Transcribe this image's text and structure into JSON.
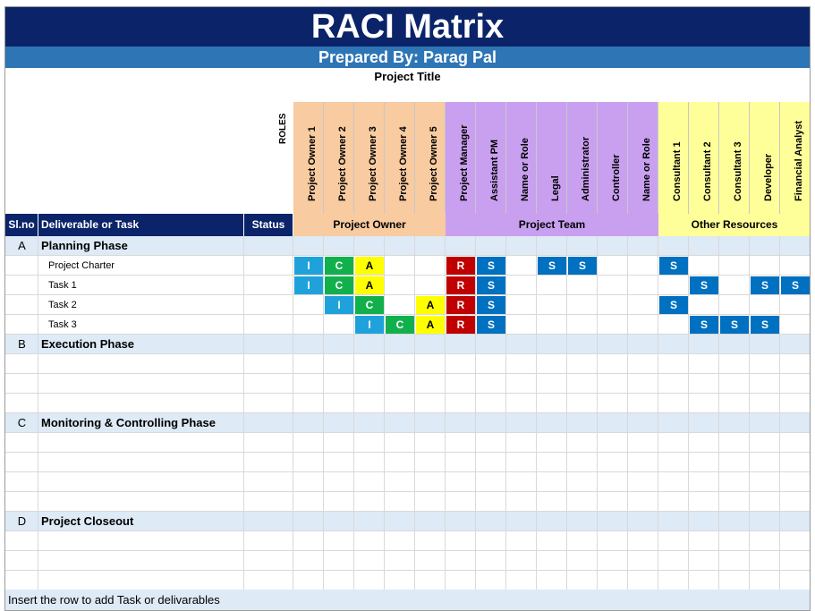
{
  "title": "RACI Matrix",
  "prepared_by": "Prepared By: Parag Pal",
  "project_title": "Project Title",
  "roles_label": "ROLES",
  "columns": {
    "slno": "Sl.no",
    "task": "Deliverable or Task",
    "status": "Status"
  },
  "groups": [
    {
      "label": "Project Owner",
      "color": "#f8cba0"
    },
    {
      "label": "Project Team",
      "color": "#c9a0f0"
    },
    {
      "label": "Other Resources",
      "color": "#ffff99"
    }
  ],
  "roles": [
    "Project Owner 1",
    "Project Owner 2",
    "Project Owner 3",
    "Project Owner 4",
    "Project Owner 5",
    "Project Manager",
    "Assistant PM",
    "Name or Role",
    "Legal",
    "Administrator",
    "Controller",
    "Name or Role",
    "Consultant 1",
    "Consultant 2",
    "Consultant 3",
    "Developer",
    "Financial Analyst"
  ],
  "mark_colors": {
    "I": "#1fa2dc",
    "C": "#12b04c",
    "A": "#ffff00",
    "R": "#c00000",
    "S": "#0070c0"
  },
  "rows": [
    {
      "type": "phase",
      "sl": "A",
      "label": "Planning Phase",
      "marks": []
    },
    {
      "type": "task",
      "sl": "",
      "label": "Project Charter",
      "marks": [
        "I",
        "C",
        "A",
        "",
        "",
        "R",
        "S",
        "",
        "S",
        "S",
        "",
        "",
        "S",
        "",
        "",
        "",
        ""
      ]
    },
    {
      "type": "task",
      "sl": "",
      "label": "Task 1",
      "marks": [
        "I",
        "C",
        "A",
        "",
        "",
        "R",
        "S",
        "",
        "",
        "",
        "",
        "",
        "",
        "S",
        "",
        "S",
        "S"
      ]
    },
    {
      "type": "task",
      "sl": "",
      "label": "Task 2",
      "marks": [
        "",
        "I",
        "C",
        "",
        "A",
        "R",
        "S",
        "",
        "",
        "",
        "",
        "",
        "S",
        "",
        "",
        "",
        ""
      ]
    },
    {
      "type": "task",
      "sl": "",
      "label": "Task 3",
      "marks": [
        "",
        "",
        "I",
        "C",
        "A",
        "R",
        "S",
        "",
        "",
        "",
        "",
        "",
        "",
        "S",
        "S",
        "S",
        ""
      ]
    },
    {
      "type": "phase",
      "sl": "B",
      "label": "Execution Phase",
      "marks": []
    },
    {
      "type": "blank",
      "sl": "",
      "label": "",
      "marks": []
    },
    {
      "type": "blank",
      "sl": "",
      "label": "",
      "marks": []
    },
    {
      "type": "blank",
      "sl": "",
      "label": "",
      "marks": []
    },
    {
      "type": "phase",
      "sl": "C",
      "label": "Monitoring & Controlling Phase",
      "marks": []
    },
    {
      "type": "blank",
      "sl": "",
      "label": "",
      "marks": []
    },
    {
      "type": "blank",
      "sl": "",
      "label": "",
      "marks": []
    },
    {
      "type": "blank",
      "sl": "",
      "label": "",
      "marks": []
    },
    {
      "type": "blank",
      "sl": "",
      "label": "",
      "marks": []
    },
    {
      "type": "phase",
      "sl": "D",
      "label": "Project Closeout",
      "marks": []
    },
    {
      "type": "blank",
      "sl": "",
      "label": "",
      "marks": []
    },
    {
      "type": "blank",
      "sl": "",
      "label": "",
      "marks": []
    },
    {
      "type": "blank",
      "sl": "",
      "label": "",
      "marks": []
    }
  ],
  "footer": "Insert the row to add Task or delivarables"
}
